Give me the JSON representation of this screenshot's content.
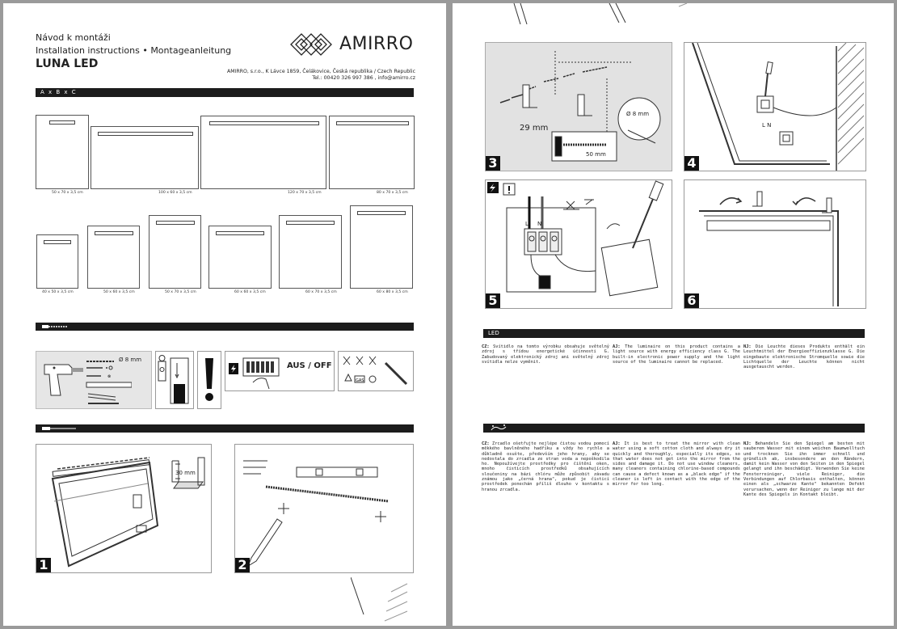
{
  "left": {
    "title_cz": "Návod k montáži",
    "title_sub": "Installation instructions • Montageanleitung",
    "product": "LUNA LED",
    "brand": "AMIRRO",
    "address": "AMIRRO, s.r.o., K Lávce 1859, Čelákovice, Česká republika / Czech Republic",
    "contact": "Tel.: 00420 326 997 386 , info@amirro.cz",
    "dims_label": "A x B x C",
    "sizes_row1": [
      "50 x 70 x 3,5 cm",
      "100 x 60 x 3,5 cm",
      "120 x 70 x 3,5 cm",
      "80 x 70 x 3,5 cm"
    ],
    "sizes_row2": [
      "40 x 50 x 3,5 cm",
      "50 x 60 x 3,5 cm",
      "50 x 70 x 3,5 cm",
      "60 x 60 x 3,5 cm",
      "60 x 70 x 3,5 cm",
      "60 x 80 x 3,5 cm"
    ],
    "tools_drill": "Ø 8 mm",
    "tools_off": "AUS / OFF",
    "tools_gas": "GAS",
    "step1_dim": "30 mm",
    "step1_num": "1",
    "step2_num": "2"
  },
  "right": {
    "step3_num": "3",
    "step3_29": "29 mm",
    "step3_50": "50 mm",
    "step3_8": "Ø 8 mm",
    "step4_num": "4",
    "step4_ln": "L N",
    "step5_num": "5",
    "step5_l": "L",
    "step5_n": "N",
    "step6_num": "6",
    "led_label": "LED",
    "led_cz_lead": "CZ:",
    "led_cz": " Svítidlo na tomto výrobku obsahuje světelný zdroj s třídou energetické účinnosti G. Zabudovaný elektronický zdroj ani světelný zdroj svítidla nelze vyměnit.",
    "led_aj_lead": "AJ:",
    "led_aj": " The luminaire on this product contains a light source with energy efficiency class G. The built-in electronic power supply and the light source of the luminaire cannot be replaced.",
    "led_nj_lead": "NJ:",
    "led_nj": " Die Leuchte dieses Produkts enthält ein Leuchtmittel der Energieeffizienzklasse G. Die eingebaute elektronische Stromquelle sowie die Lichtquelle der Leuchte können nicht ausgetauscht werden.",
    "care_cz_lead": "CZ:",
    "care_cz": " Zrcadlo ošetřujte nejlépe čistou vodou pomocí měkkého bavlněného hadříku a vždy ho rychle a důkladně osušte, především jeho hrany, aby se nedostala do zrcadla ze stran voda a nepoškodila ho. Nepoužívejte prostředky pro čištění oken, mnoho čisticích prostředků obsahujících sloučeniny na bázi chlóru může způsobit závadu známou jako „černá hrana\", pokud je čisticí prostředek ponechán příliš dlouho v kontaktu s hranou zrcadla.",
    "care_aj_lead": "AJ:",
    "care_aj": " It is best to treat the mirror with clean water using a soft cotton cloth and always dry it quickly and thoroughly, especially its edges, so that water does not get into the mirror from the sides and damage it. Do not use window cleaners, many cleaners containing chlorine-based compounds can cause a defect known as a „black edge\" if the cleaner is left in contact with the edge of the mirror for too long.",
    "care_nj_lead": "NJ:",
    "care_nj": " Behandeln Sie den Spiegel am besten mit sauberem Wasser mit einem weichen Baumwolltuch und trocknen Sie ihn immer schnell und gründlich ab, insbesondere an den Rändern, damit kein Wasser von den Seiten in den Spiegel gelangt und ihn beschädigt. Verwenden Sie keine Fensterreiniger, viele Reiniger, die Verbindungen auf Chlorbasis enthalten, können einen als „schwarze Kante\" bekannten Defekt verursachen, wenn der Reiniger zu lange mit der Kante des Spiegels in Kontakt bleibt."
  }
}
